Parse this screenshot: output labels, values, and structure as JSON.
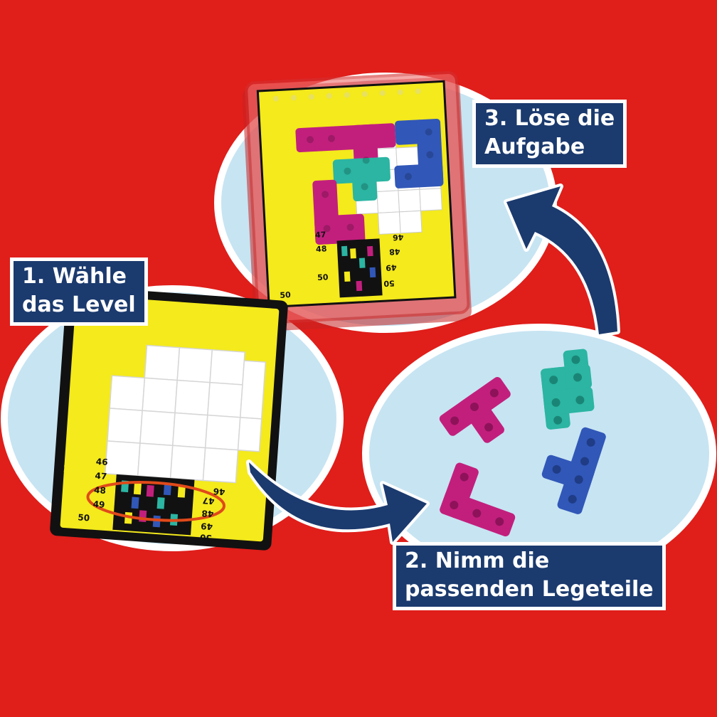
{
  "steps": {
    "step1": {
      "line1": "1. Wähle",
      "line2": "das Level"
    },
    "step2": {
      "line1": "2. Nimm die",
      "line2": "passenden Legeteile"
    },
    "step3": {
      "line1": "3. Löse die",
      "line2": "Aufgabe"
    }
  },
  "card_numbers": {
    "left_column": [
      "46",
      "47",
      "48",
      "49",
      "50"
    ],
    "right_column": [
      "46",
      "47",
      "48",
      "49",
      "50"
    ],
    "corner": "50"
  },
  "box_numbers": {
    "left_column": [
      "47",
      "48",
      "50"
    ],
    "right_column": [
      "46",
      "48",
      "49",
      "50"
    ],
    "corner": "50"
  },
  "colors": {
    "background": "#e01e1a",
    "bubble": "#c7e4f2",
    "label_bg": "#1b3a6e",
    "arrow": "#1b3a6e",
    "card_yellow": "#f4ea1c",
    "piece_magenta": "#c21f7d",
    "piece_teal": "#2bb5a2",
    "piece_blue": "#3157b8"
  }
}
